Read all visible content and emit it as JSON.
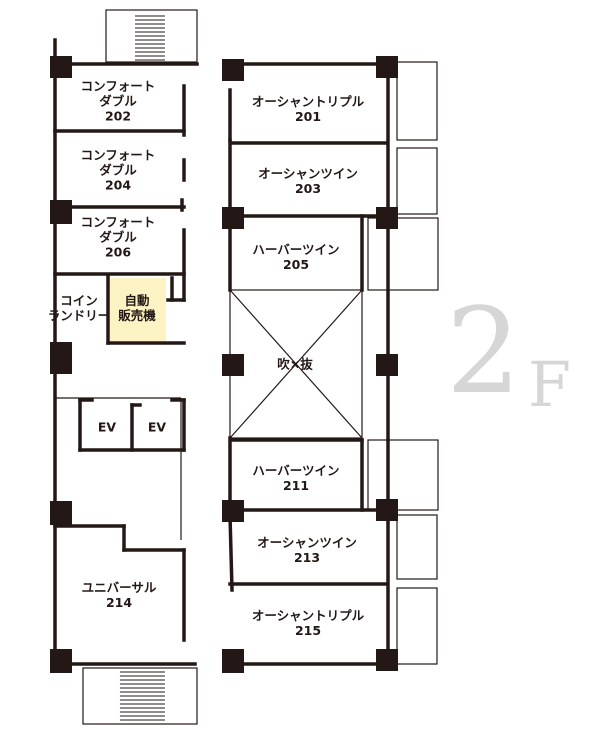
{
  "floor": {
    "number": "2",
    "letter": "F"
  },
  "rooms": {
    "r202": {
      "type": "コンフォートダブル",
      "line1": "コンフォート",
      "line2": "ダブル",
      "number": "202"
    },
    "r204": {
      "type": "コンフォートダブル",
      "line1": "コンフォート",
      "line2": "ダブル",
      "number": "204"
    },
    "r206": {
      "type": "コンフォートダブル",
      "line1": "コンフォート",
      "line2": "ダブル",
      "number": "206"
    },
    "r214": {
      "type": "ユニバーサル",
      "number": "214"
    },
    "r201": {
      "type": "オーシャントリプル",
      "number": "201"
    },
    "r203": {
      "type": "オーシャンツイン",
      "number": "203"
    },
    "r205": {
      "type": "ハーバーツイン",
      "number": "205"
    },
    "r211": {
      "type": "ハーバーツイン",
      "number": "211"
    },
    "r213": {
      "type": "オーシャンツイン",
      "number": "213"
    },
    "r215": {
      "type": "オーシャントリプル",
      "number": "215"
    }
  },
  "facilities": {
    "coin_laundry": {
      "line1": "コイン",
      "line2": "ランドリー"
    },
    "vending": {
      "line1": "自動",
      "line2": "販売機",
      "color": "#fcf3c4"
    },
    "atrium": "吹×抜",
    "ev1": "EV",
    "ev2": "EV"
  },
  "colors": {
    "wall": "#231815",
    "floor_mark": "#d6d6d6",
    "vending_fill": "#fcf3c4"
  }
}
